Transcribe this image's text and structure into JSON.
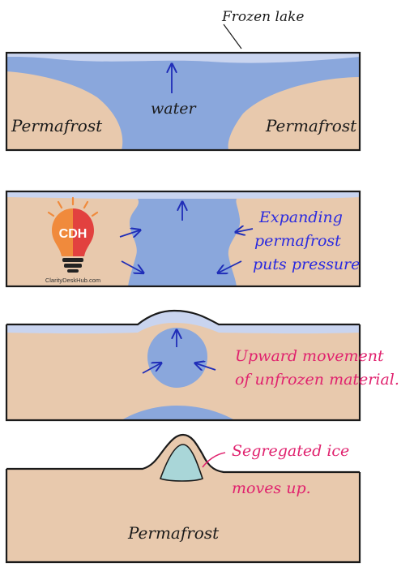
{
  "colors": {
    "soil": "#e8c9ad",
    "water": "#8aa7dc",
    "ice": "#c9d4ef",
    "segregated_ice": "#a9d6d8",
    "outline": "#1a1a1a",
    "arrow_blue": "#1f2db8",
    "text_blue": "#2a2ae0",
    "text_pink": "#e0226e",
    "logo_orange": "#f08a3c",
    "logo_red": "#e2413f",
    "logo_bulb_base": "#222222"
  },
  "panel1": {
    "label_top": "Frozen lake",
    "label_water": "water",
    "label_left": "Permafrost",
    "label_right": "Permafrost"
  },
  "panel2": {
    "caption_line1": "Expanding",
    "caption_line2": "permafrost",
    "caption_line3": "puts pressure"
  },
  "panel3": {
    "caption_line1": "Upward movement",
    "caption_line2": "of unfrozen material."
  },
  "panel4": {
    "caption_line1": "Segregated ice",
    "caption_line2": "moves up.",
    "label_bottom": "Permafrost"
  },
  "logo": {
    "text": "CDH",
    "site": "ClarityDeskHub.com"
  }
}
